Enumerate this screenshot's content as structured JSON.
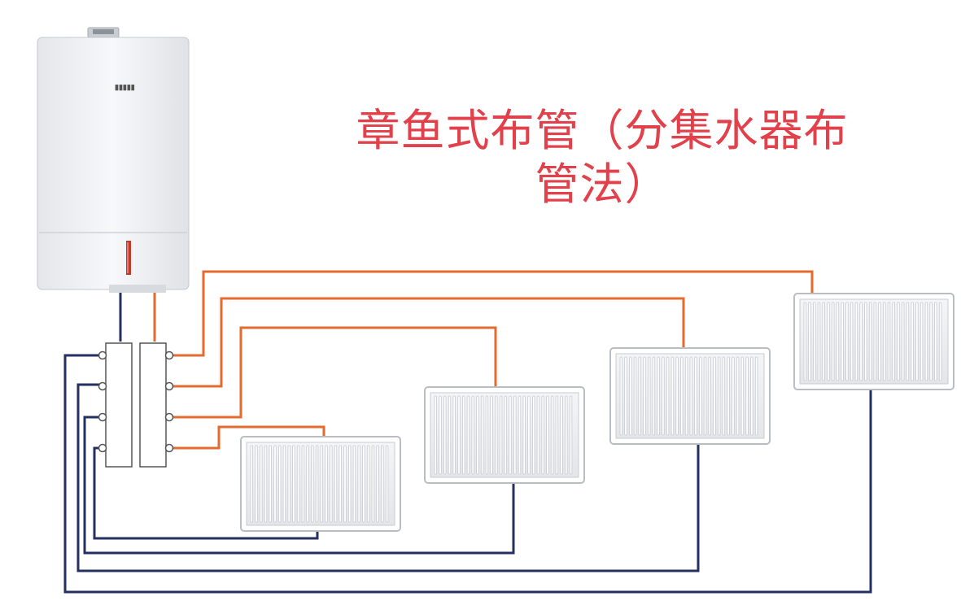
{
  "title": {
    "line1": "章鱼式布管（分集水器布",
    "line2": "管法）"
  },
  "colors": {
    "title": "#e2404a",
    "supply_pipe": "#e56a2e",
    "return_pipe": "#24305f",
    "boiler_body": "#f2f3f5",
    "radiator_frame": "#ffffff",
    "radiator_fin": "#d3d6dc"
  },
  "diagram": {
    "boiler": {
      "icon": "wall-boiler-icon"
    },
    "manifolds": [
      {
        "name": "return-manifold",
        "icon": "return-manifold-icon",
        "ports": 4
      },
      {
        "name": "supply-manifold",
        "icon": "supply-manifold-icon",
        "ports": 4
      }
    ],
    "radiators": [
      {
        "name": "radiator-1",
        "icon": "radiator-icon"
      },
      {
        "name": "radiator-2",
        "icon": "radiator-icon"
      },
      {
        "name": "radiator-3",
        "icon": "radiator-icon"
      },
      {
        "name": "radiator-4",
        "icon": "radiator-icon"
      }
    ]
  }
}
